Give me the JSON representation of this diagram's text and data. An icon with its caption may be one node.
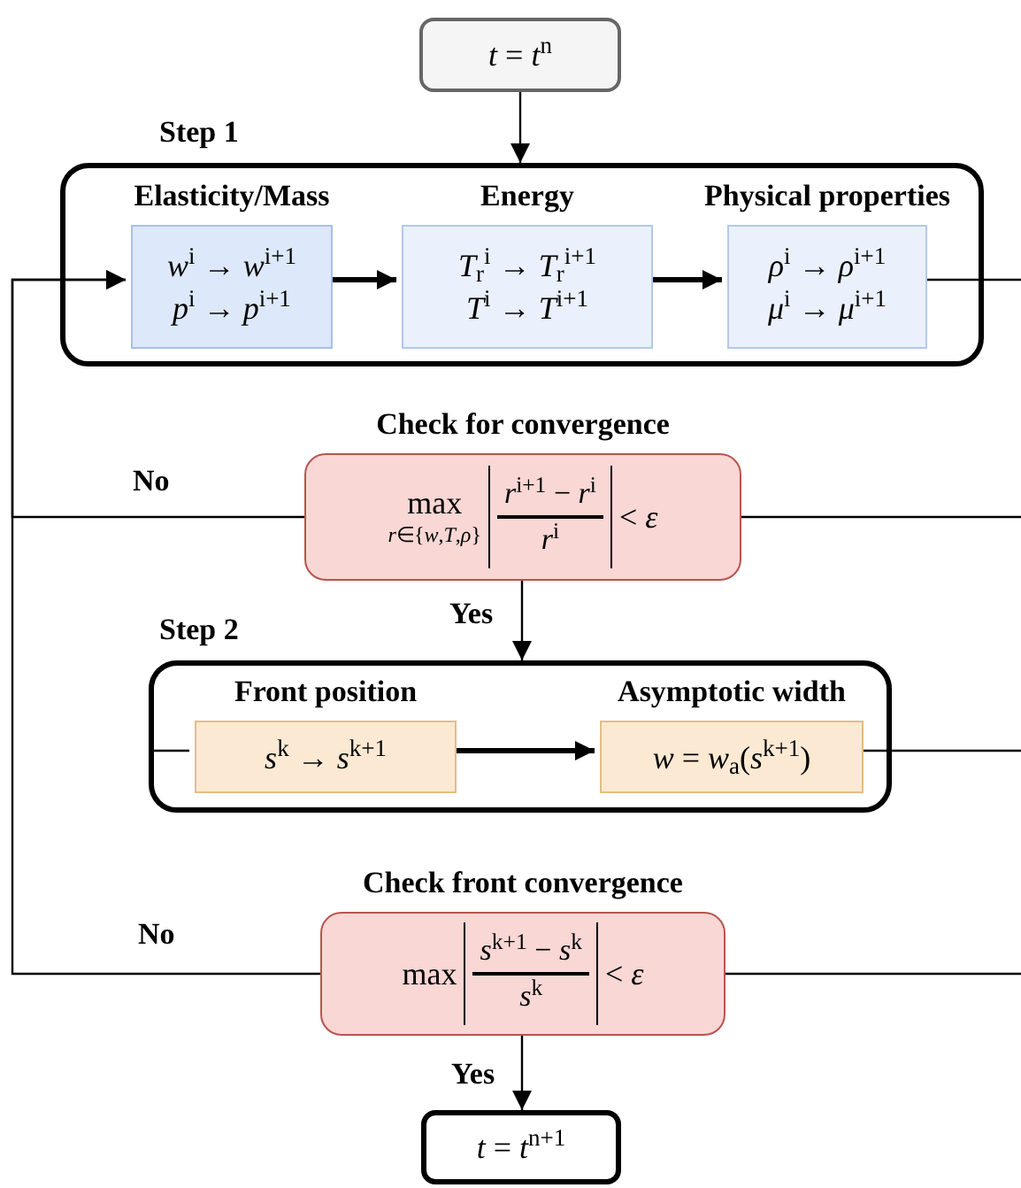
{
  "diagram": {
    "nodes": [
      {
        "text": [
          "*t* = *t*$^{n}$"
        ]
      },
      {
        "text": [
          "Step 1"
        ]
      },
      {
        "text": [
          "Elasticity/Mass",
          "*w*$^{i}$ → *w*$^{i+1}$",
          "*p*$^{i}$ → *p*$^{i+1}$"
        ],
        "in": 1
      },
      {
        "text": [
          "Energy",
          "*T*$_{r}$$^{i}$ → *T*$_{r}$$^{i+1}$",
          "*T*$^{i}$ → *T*$^{i+1}$"
        ],
        "in": 1
      },
      {
        "text": [
          "Physical properties",
          "*ρ*$^{i}$ → *ρ*$^{i+1}$",
          "*μ*$^{i}$ → *μ*$^{i+1}$"
        ],
        "in": 1
      },
      {
        "text": [
          "Check for convergence",
          "max",
          "*r*∈{*w*,*T*,*ρ*}",
          "*r*$^{i+1}$ − *r*$^{i}$",
          "*r*$^{i}$",
          "< *ε*"
        ]
      },
      {
        "text": [
          "Step 2"
        ]
      },
      {
        "text": [
          "Front position",
          "*s*$^{k}$ → *s*$^{k+1}$"
        ],
        "in": 6
      },
      {
        "text": [
          "Asymptotic width",
          "*w* = *w*$_{a}$(*s*$^{k+1}$)"
        ],
        "in": 6
      },
      {
        "text": [
          "Check front convergence",
          "max",
          "*s*$^{k+1}$ − *s*$^{k}$",
          "*s*$^{k}$",
          "< *ε*"
        ]
      },
      {
        "text": [
          "*t* = *t*$^{n+1}$"
        ]
      }
    ],
    "edges": [
      {
        "from": 0,
        "to": 1,
        "arrow": "to"
      },
      {
        "from": 2,
        "to": 3,
        "arrow": "to",
        "style": "thick"
      },
      {
        "from": 3,
        "to": 4,
        "arrow": "to",
        "style": "thick"
      },
      {
        "from": 4,
        "to": null,
        "arrow": "none"
      },
      {
        "from": 5,
        "to": 2,
        "arrow": "to",
        "label": "No"
      },
      {
        "from": 9,
        "to": 2,
        "arrow": "to",
        "label": "No"
      },
      {
        "from": 5,
        "to": 6,
        "arrow": "to",
        "label": "Yes"
      },
      {
        "from": 5,
        "to": null,
        "arrow": "none"
      },
      {
        "from": 6,
        "to": 7,
        "arrow": "none"
      },
      {
        "from": 7,
        "to": 8,
        "arrow": "to",
        "style": "thick"
      },
      {
        "from": 8,
        "to": null,
        "arrow": "none"
      },
      {
        "from": 9,
        "to": null,
        "arrow": "none"
      },
      {
        "from": 9,
        "to": 10,
        "arrow": "to",
        "label": "Yes"
      }
    ]
  }
}
